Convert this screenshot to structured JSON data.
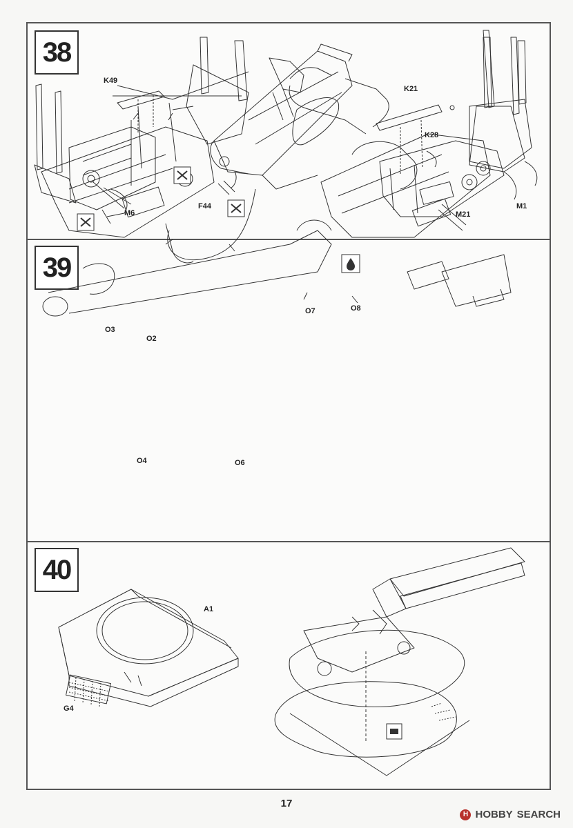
{
  "page_number": "17",
  "watermark": {
    "brand": "HOBBY",
    "suffix": "SEARCH"
  },
  "steps": [
    {
      "number": "38",
      "labels": {
        "k49": "K49",
        "m6": "M6",
        "f44": "F44",
        "k21": "K21",
        "k28": "K28",
        "m21": "M21",
        "m1": "M1"
      },
      "icons": [
        "cut-off-parts-icon",
        "cut-off-parts-icon",
        "cut-off-parts-icon"
      ]
    },
    {
      "number": "39",
      "labels": {
        "o3": "O3",
        "o2": "O2",
        "o4": "O4",
        "o6": "O6",
        "o7": "O7",
        "o8": "O8"
      },
      "icons": [
        "glue-drop-icon"
      ]
    },
    {
      "number": "40",
      "labels": {
        "a1": "A1",
        "g4": "G4"
      },
      "icons": [
        "paint-icon"
      ]
    }
  ]
}
